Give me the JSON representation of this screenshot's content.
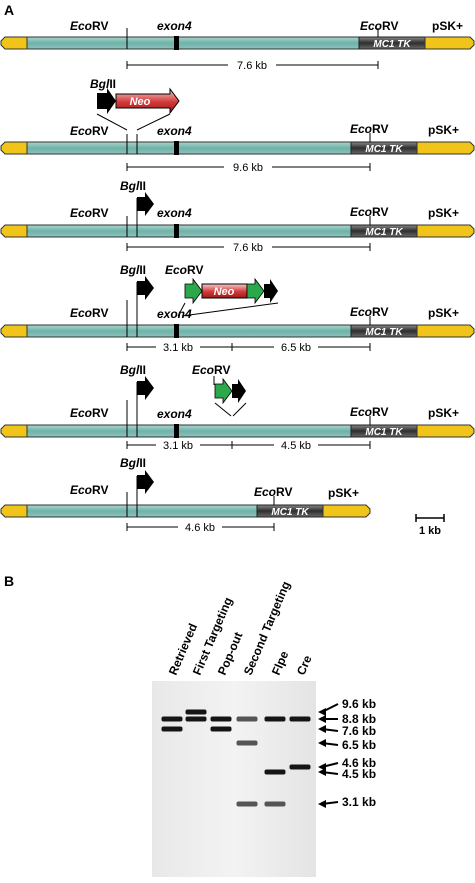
{
  "panels": {
    "a": "A",
    "b": "B"
  },
  "labels": {
    "ecorv_ital": "Eco",
    "ecorv_rest": "RV",
    "bglii_ital": "Bgl",
    "bglii_rest": "II",
    "exon4": "exon4",
    "pSK": "pSK+",
    "mc1tk": "MC1 TK",
    "neo": "Neo"
  },
  "constructs": [
    {
      "fragment_labels": [
        "7.6 kb"
      ]
    },
    {
      "fragment_labels": [
        "9.6 kb"
      ]
    },
    {
      "fragment_labels": [
        "7.6 kb"
      ]
    },
    {
      "fragment_labels": [
        "3.1 kb",
        "6.5 kb"
      ]
    },
    {
      "fragment_labels": [
        "3.1 kb",
        "4.5 kb"
      ]
    },
    {
      "fragment_labels": [
        "4.6 kb"
      ]
    }
  ],
  "scale_bar": "1 kb",
  "gel": {
    "lanes": [
      "Retrieved",
      "First Targeting",
      "Pop-out",
      "Second Targeting",
      "Flpe",
      "Cre"
    ],
    "sizes": [
      "9.6 kb",
      "8.8 kb",
      "7.6 kb",
      "6.5 kb",
      "4.6 kb",
      "4.5 kb",
      "3.1 kb"
    ],
    "lane_bands": [
      [
        "8.8 kb",
        "7.6 kb"
      ],
      [
        "9.6 kb",
        "8.8 kb"
      ],
      [
        "8.8 kb",
        "7.6 kb"
      ],
      [
        "8.8 kb",
        "6.5 kb",
        "3.1 kb"
      ],
      [
        "8.8 kb",
        "4.5 kb",
        "3.1 kb"
      ],
      [
        "8.8 kb",
        "4.6 kb"
      ]
    ]
  },
  "colors": {
    "chromosome": "#7ebfb5",
    "vector": "#f0c419",
    "neo": "#cc2b2b",
    "frt": "#2aa84a",
    "loxp": "#000000",
    "tk": "#3c3c3c"
  }
}
